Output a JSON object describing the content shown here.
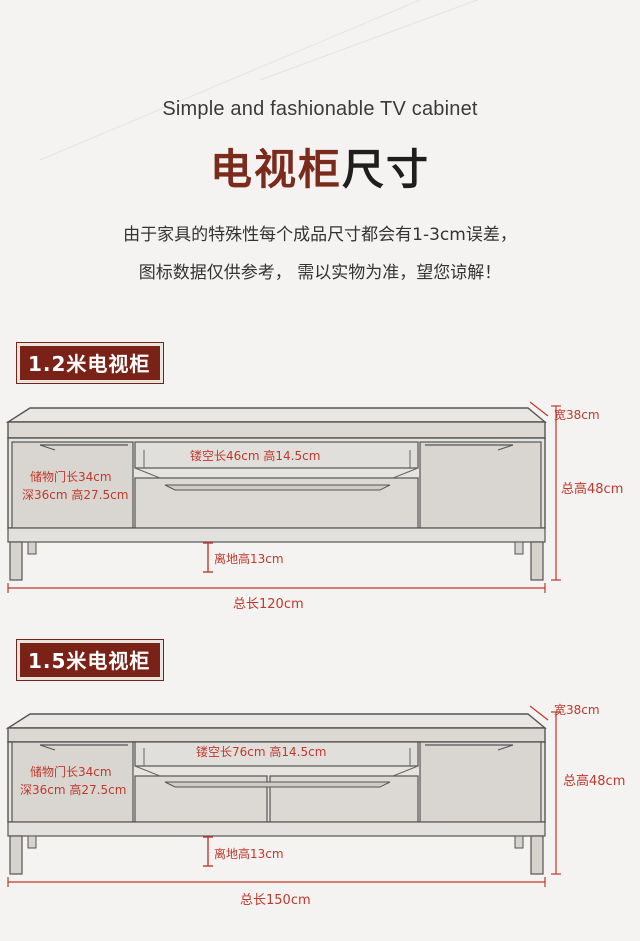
{
  "header": {
    "subtitle": "Simple and fashionable TV cabinet",
    "title_accent": "电视柜",
    "title_rest": "尺寸",
    "note_line1": "由于家具的特殊性每个成品尺寸都会有1-3cm误差，",
    "note_line2": "图标数据仅供参考，  需以实物为准，望您谅解！"
  },
  "cabinets": [
    {
      "badge": "1.2米电视柜",
      "width_label": "宽38cm",
      "height_label": "总高48cm",
      "hollow_label": "镂空长46cm 高14.5cm",
      "door_label_1": "储物门长34cm",
      "door_label_2": "深36cm 高27.5cm",
      "ground_label": "离地高13cm",
      "length_label": "总长120cm"
    },
    {
      "badge": "1.5米电视柜",
      "width_label": "宽38cm",
      "height_label": "总高48cm",
      "hollow_label": "镂空长76cm 高14.5cm",
      "door_label_1": "储物门长34cm",
      "door_label_2": "深36cm 高27.5cm",
      "ground_label": "离地高13cm",
      "length_label": "总长150cm"
    }
  ]
}
